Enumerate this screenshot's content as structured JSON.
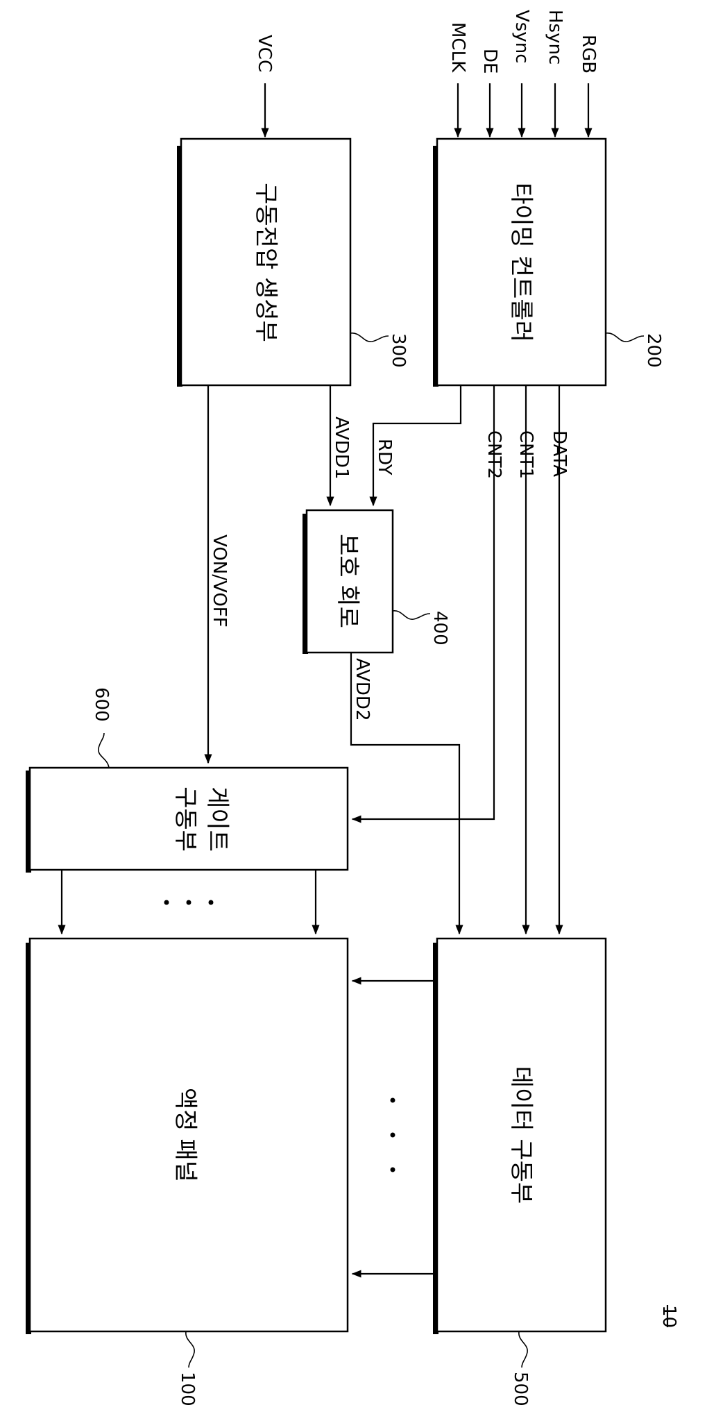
{
  "figure_ref": "10",
  "blocks": {
    "timing_controller": {
      "label": "타이밍 컨트롤러",
      "ref": "200"
    },
    "drive_voltage_generator": {
      "label": "구동전압 생성부",
      "ref": "300"
    },
    "protection_circuit": {
      "label": "보호 회로",
      "ref": "400"
    },
    "gate_driver": {
      "label_line1": "게이트",
      "label_line2": "구동부",
      "ref": "600"
    },
    "data_driver": {
      "label": "데이터 구동부",
      "ref": "500"
    },
    "lc_panel": {
      "label": "액정 패널",
      "ref": "100"
    }
  },
  "signals": {
    "rgb": "RGB",
    "hsync": "Hsync",
    "vsync": "Vsync",
    "de": "DE",
    "mclk": "MCLK",
    "vcc": "VCC",
    "data": "DATA",
    "cnt1": "CNT1",
    "cnt2": "CNT2",
    "rdy": "RDY",
    "avdd1": "AVDD1",
    "avdd2": "AVDD2",
    "von_voff": "VON/VOFF"
  }
}
